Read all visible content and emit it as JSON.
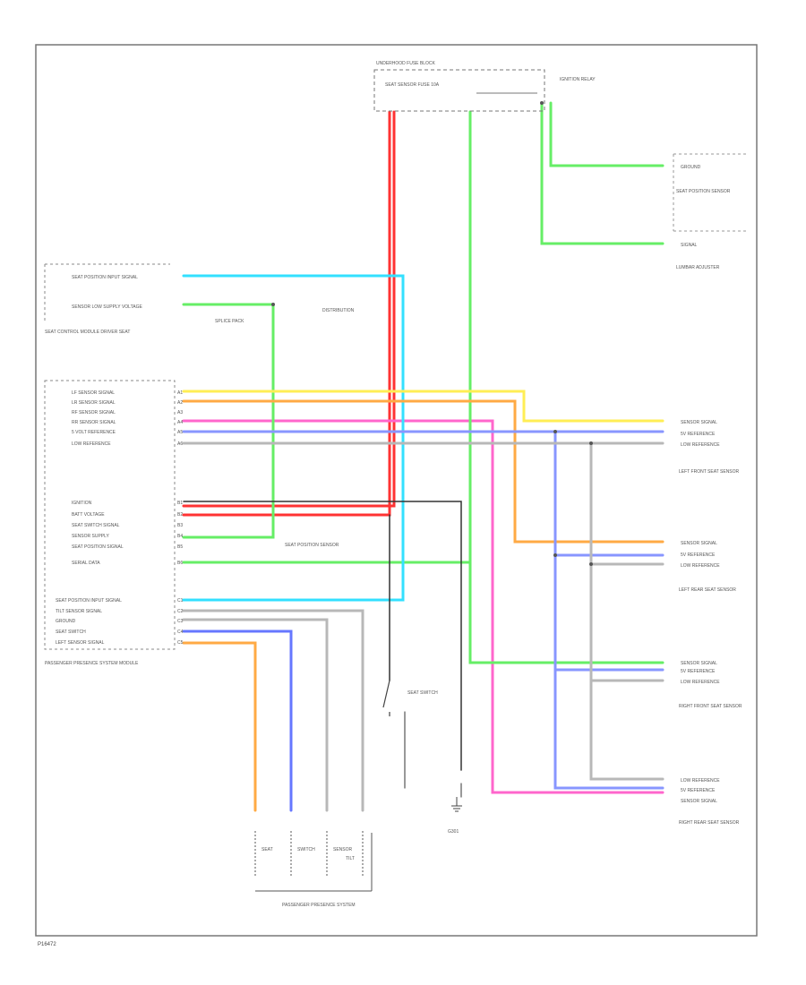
{
  "footer_code": "P16472",
  "fuse_block": {
    "name": "UNDERHOOD FUSE BLOCK",
    "fuse": "SEAT SENSOR FUSE 10A",
    "relay_note": "IGNITION RELAY"
  },
  "upper_left_module": {
    "rows": [
      "SEAT POSITION INPUT SIGNAL",
      "SENSOR LOW SUPPLY VOLTAGE"
    ],
    "caption": "SEAT CONTROL MODULE DRIVER SEAT",
    "splice_note": "SPLICE PACK",
    "dist_note": "DISTRIBUTION"
  },
  "pods_module": {
    "caption": "PASSENGER PRESENCE SYSTEM MODULE",
    "rows_top": [
      "LF SENSOR SIGNAL",
      "LR SENSOR SIGNAL",
      "RF SENSOR SIGNAL",
      "RR SENSOR SIGNAL",
      "5 VOLT REFERENCE",
      "LOW REFERENCE"
    ],
    "rows_mid": [
      "IGNITION",
      "BATT VOLTAGE",
      "SEAT SWITCH SIGNAL",
      "SENSOR SUPPLY",
      "SEAT POSITION SIGNAL"
    ],
    "row_data": "SERIAL DATA",
    "rows_bot": [
      "SEAT POSITION INPUT SIGNAL",
      "TILT SENSOR SIGNAL",
      "GROUND",
      "SEAT SWITCH",
      "LEFT SENSOR SIGNAL"
    ],
    "pins_top": [
      "A1",
      "A2",
      "A3",
      "A4",
      "A5",
      "A6"
    ],
    "pins_mid": [
      "B1",
      "B2",
      "B3",
      "B4",
      "B5"
    ],
    "pin_data": "B6",
    "pins_bot": [
      "C1",
      "C2",
      "C3",
      "C4",
      "C5"
    ]
  },
  "right_blocks": [
    {
      "rows": [
        "GROUND",
        "SIGNAL"
      ],
      "caption": "SEAT POSITION SENSOR"
    },
    {
      "rows": [
        "SIGNAL"
      ],
      "caption": "LUMBAR ADJUSTER"
    },
    {
      "rows": [
        "SENSOR SIGNAL",
        "5V REFERENCE",
        "LOW REFERENCE"
      ],
      "caption": "LEFT FRONT SEAT SENSOR"
    },
    {
      "rows": [
        "SENSOR SIGNAL",
        "5V REFERENCE",
        "LOW REFERENCE"
      ],
      "caption": "LEFT REAR SEAT SENSOR"
    },
    {
      "rows": [
        "SENSOR SIGNAL",
        "5V REFERENCE",
        "LOW REFERENCE"
      ],
      "caption": "RIGHT FRONT SEAT SENSOR"
    },
    {
      "rows": [
        "LOW REFERENCE",
        "5V REFERENCE",
        "SENSOR SIGNAL"
      ],
      "caption": "RIGHT REAR SEAT SENSOR"
    }
  ],
  "bottom_left_note": "SEAT POSITION SENSOR",
  "seat_switch_note": "SEAT SWITCH",
  "bottom_components": {
    "caption": "PASSENGER PRESENCE SYSTEM",
    "items": [
      "SEAT",
      "SWITCH",
      "SENSOR",
      "TILT"
    ]
  },
  "ground": "G301",
  "wire_colors": {
    "red": "#ff3333",
    "pink": "#ff66cc",
    "green": "#66ee66",
    "cyan": "#33e0ff",
    "yellow": "#ffee55",
    "orange": "#ffaa44",
    "blue": "#6677ff",
    "gray": "#8a8a8a",
    "black": "#333333"
  }
}
